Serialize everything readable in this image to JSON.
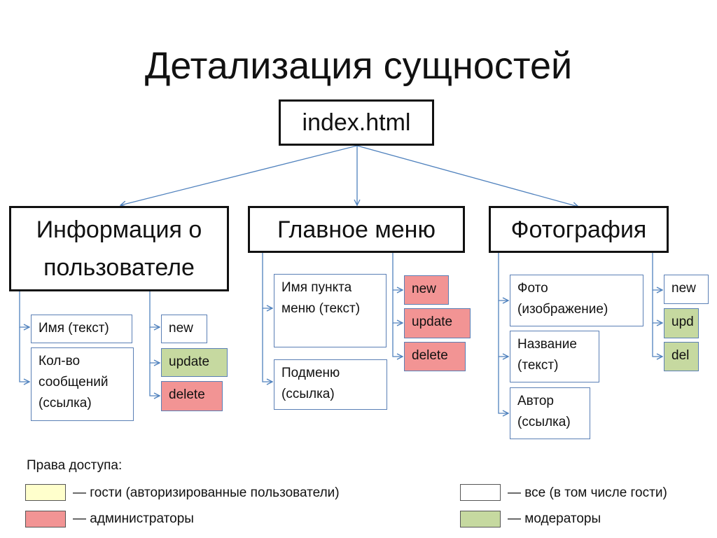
{
  "title": "Детализация сущностей",
  "root": "index.html",
  "groups": {
    "user": {
      "title": "Информация о пользователе",
      "fields": [
        "Имя (текст)",
        "Кол-во сообщений (ссылка)"
      ],
      "actions": [
        "new",
        "update",
        "delete"
      ]
    },
    "menu": {
      "title": "Главное меню",
      "fields": [
        "Имя пункта меню (текст)",
        "Подменю (ссылка)"
      ],
      "actions": [
        "new",
        "update",
        "delete"
      ]
    },
    "photo": {
      "title": "Фотография",
      "fields": [
        "Фото (изображение)",
        "Название (текст)",
        "Автор (ссылка)"
      ],
      "actions": [
        "new",
        "upd",
        "del"
      ]
    }
  },
  "legend": {
    "title": "Права доступа:",
    "items": [
      {
        "label": "— гости (авторизированные пользователи)",
        "color": "#ffffcc"
      },
      {
        "label": "— все (в том числе гости)",
        "color": "#ffffff"
      },
      {
        "label": "— администраторы",
        "color": "#f29494"
      },
      {
        "label": "— модераторы",
        "color": "#c6d9a0"
      }
    ]
  }
}
